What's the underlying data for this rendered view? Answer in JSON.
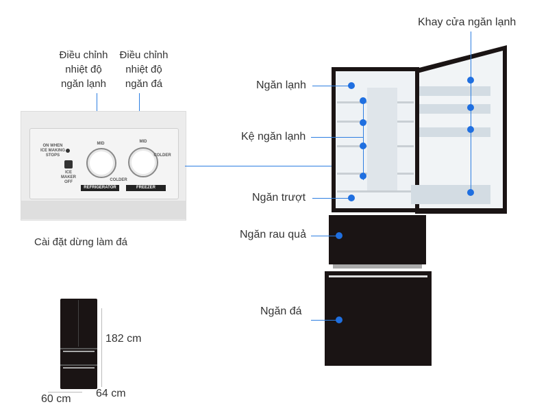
{
  "labels": {
    "dieu_chinh_lanh": [
      "Điều chỉnh",
      "nhiệt độ",
      "ngăn lạnh"
    ],
    "dieu_chinh_da": [
      "Điều chỉnh",
      "nhiệt độ",
      "ngăn đá"
    ],
    "cai_dat": "Cài đặt dừng làm đá",
    "khay_cua": "Khay cửa ngăn lạnh",
    "ngan_lanh": "Ngăn lạnh",
    "ke_ngan_lanh": "Kệ ngăn lạnh",
    "ngan_truot": "Ngăn trượt",
    "ngan_rau_qua": "Ngăn rau quả",
    "ngan_da": "Ngăn đá"
  },
  "control_panel": {
    "ice_stop_text": [
      "ON WHEN",
      "ICE MAKING",
      "STOPS"
    ],
    "ice_maker_off": [
      "ICE",
      "MAKER",
      "OFF"
    ],
    "mid": "MID",
    "colder": "COLDER",
    "refrigerator": "REFRIGERATOR",
    "freezer": "FREEZER"
  },
  "dimensions": {
    "height": "182 cm",
    "width": "60 cm",
    "depth": "64 cm"
  },
  "colors": {
    "accent": "#2b7de1",
    "fridge": "#1a1414"
  }
}
